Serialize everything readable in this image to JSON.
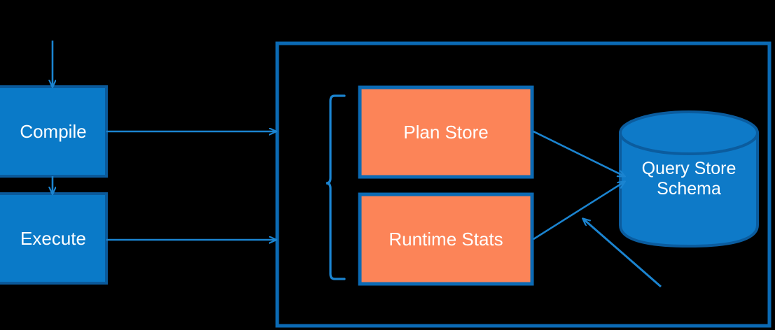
{
  "diagram": {
    "title": "Query Store architecture flow",
    "background_color": "#000000",
    "colors": {
      "blue_fill": "#0A7AC8",
      "blue_stroke": "#0B5A9B",
      "orange_fill": "#FC8458",
      "orange_stroke": "#0B6AB4",
      "connector": "#1B84D0",
      "cylinder_fill": "#0E7AC8",
      "cylinder_stroke": "#0B5C9E",
      "text": "#FFFFFF"
    },
    "nodes": {
      "compile": {
        "label": "Compile",
        "shape": "rectangle",
        "fill": "#0A7AC8"
      },
      "execute": {
        "label": "Execute",
        "shape": "rectangle",
        "fill": "#0A7AC8"
      },
      "plan_store": {
        "label": "Plan Store",
        "shape": "rectangle",
        "fill": "#FC8458"
      },
      "runtime_stats": {
        "label": "Runtime Stats",
        "shape": "rectangle",
        "fill": "#FC8458"
      },
      "query_store_schema": {
        "label": "Query Store\nSchema",
        "shape": "cylinder",
        "fill": "#0E7AC8"
      }
    },
    "container": {
      "label": "",
      "shape": "rectangle-outline",
      "stroke": "#0B6AB4"
    },
    "bracket": {
      "label": "",
      "shape": "curly-brace"
    },
    "connectors": [
      {
        "from": "input",
        "to": "compile",
        "arrow": true
      },
      {
        "from": "compile",
        "to": "execute",
        "arrow": true
      },
      {
        "from": "compile",
        "to": "container",
        "arrow": true
      },
      {
        "from": "execute",
        "to": "container",
        "arrow": true
      },
      {
        "from": "plan_store",
        "to": "query_store_schema",
        "arrow": true
      },
      {
        "from": "runtime_stats",
        "to": "query_store_schema",
        "arrow": true
      },
      {
        "from": "external",
        "to": "query_store_schema",
        "arrow": true
      }
    ]
  }
}
